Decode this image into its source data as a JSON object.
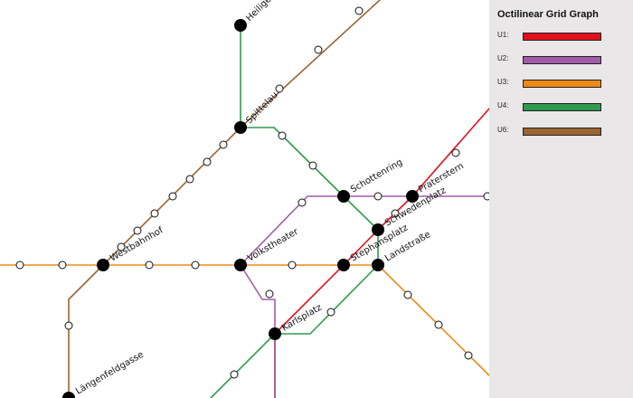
{
  "legend": {
    "title": "Octilinear Grid Graph",
    "items": [
      {
        "label": "U1:",
        "color": "#e0101d"
      },
      {
        "label": "U2:",
        "color": "#a25ca8"
      },
      {
        "label": "U3:",
        "color": "#f08a17"
      },
      {
        "label": "U4:",
        "color": "#2f9a4c"
      },
      {
        "label": "U6:",
        "color": "#9a6433"
      }
    ]
  },
  "stations": [
    {
      "id": "heiligenstadt",
      "label": "Heiligenstadt"
    },
    {
      "id": "spittelau",
      "label": "Spittelau"
    },
    {
      "id": "westbahnhof",
      "label": "Westbahnhof"
    },
    {
      "id": "volkstheater",
      "label": "Volkstheater"
    },
    {
      "id": "schottenring",
      "label": "Schottenring"
    },
    {
      "id": "praterstern",
      "label": "Praterstern"
    },
    {
      "id": "schwedenplatz",
      "label": "Schwedenplatz"
    },
    {
      "id": "stephansplatz",
      "label": "Stephansplatz"
    },
    {
      "id": "landstrasse",
      "label": "Landstraße"
    },
    {
      "id": "karlsplatz",
      "label": "Karlsplatz"
    },
    {
      "id": "laengenfeldgasse",
      "label": "Längenfeldgasse"
    }
  ]
}
